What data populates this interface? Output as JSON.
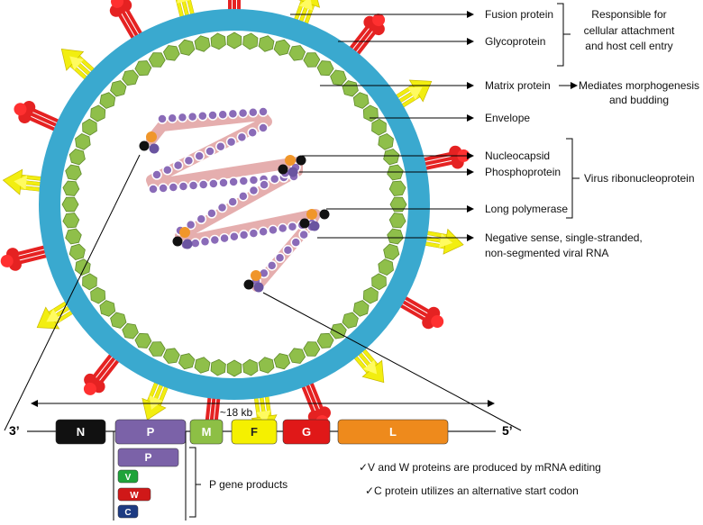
{
  "labels": {
    "fusion": "Fusion protein",
    "glyco": "Glycoprotein",
    "attach_1": "Responsible for",
    "attach_2": "cellular attachment",
    "attach_3": "and host cell entry",
    "matrix": "Matrix protein",
    "matrix_fn_1": "Mediates morphogenesis",
    "matrix_fn_2": "and budding",
    "envelope": "Envelope",
    "nucleocapsid": "Nucleocapsid",
    "phospho": "Phosphoprotein",
    "rnp": "Virus ribonucleoprotein",
    "polymerase": "Long polymerase",
    "rna_1": "Negative sense, single-stranded,",
    "rna_2": "non-segmented viral RNA"
  },
  "genome": {
    "length": "~18 kb",
    "end3": "3’",
    "end5": "5’",
    "genes": [
      {
        "id": "N",
        "color": "#111111"
      },
      {
        "id": "P",
        "color": "#7b62a8"
      },
      {
        "id": "M",
        "color": "#8dbf45"
      },
      {
        "id": "F",
        "color": "#f5f000"
      },
      {
        "id": "G",
        "color": "#e01818"
      },
      {
        "id": "L",
        "color": "#ee8a1c"
      }
    ],
    "products": [
      {
        "id": "P",
        "color": "#7b62a8"
      },
      {
        "id": "V",
        "color": "#1fa33a"
      },
      {
        "id": "W",
        "color": "#d01818"
      },
      {
        "id": "C",
        "color": "#1d3b82"
      }
    ],
    "products_label": "P gene products",
    "note_1": "✓V and W proteins are produced by mRNA editing",
    "note_2": "✓C protein utilizes an alternative start codon"
  },
  "colors": {
    "envelope": "#3aa9cf",
    "matrix": "#8fbf4a",
    "glycoprotein": "#e52222",
    "fusion": "#f2ee10",
    "rna_strand": "#e0a0a0",
    "nucleocapsid_bead": "#8a6bb8",
    "phospho_bead": "#6a54a0",
    "polymerase_bead": "#111111",
    "rna_end": "#f0962a"
  }
}
